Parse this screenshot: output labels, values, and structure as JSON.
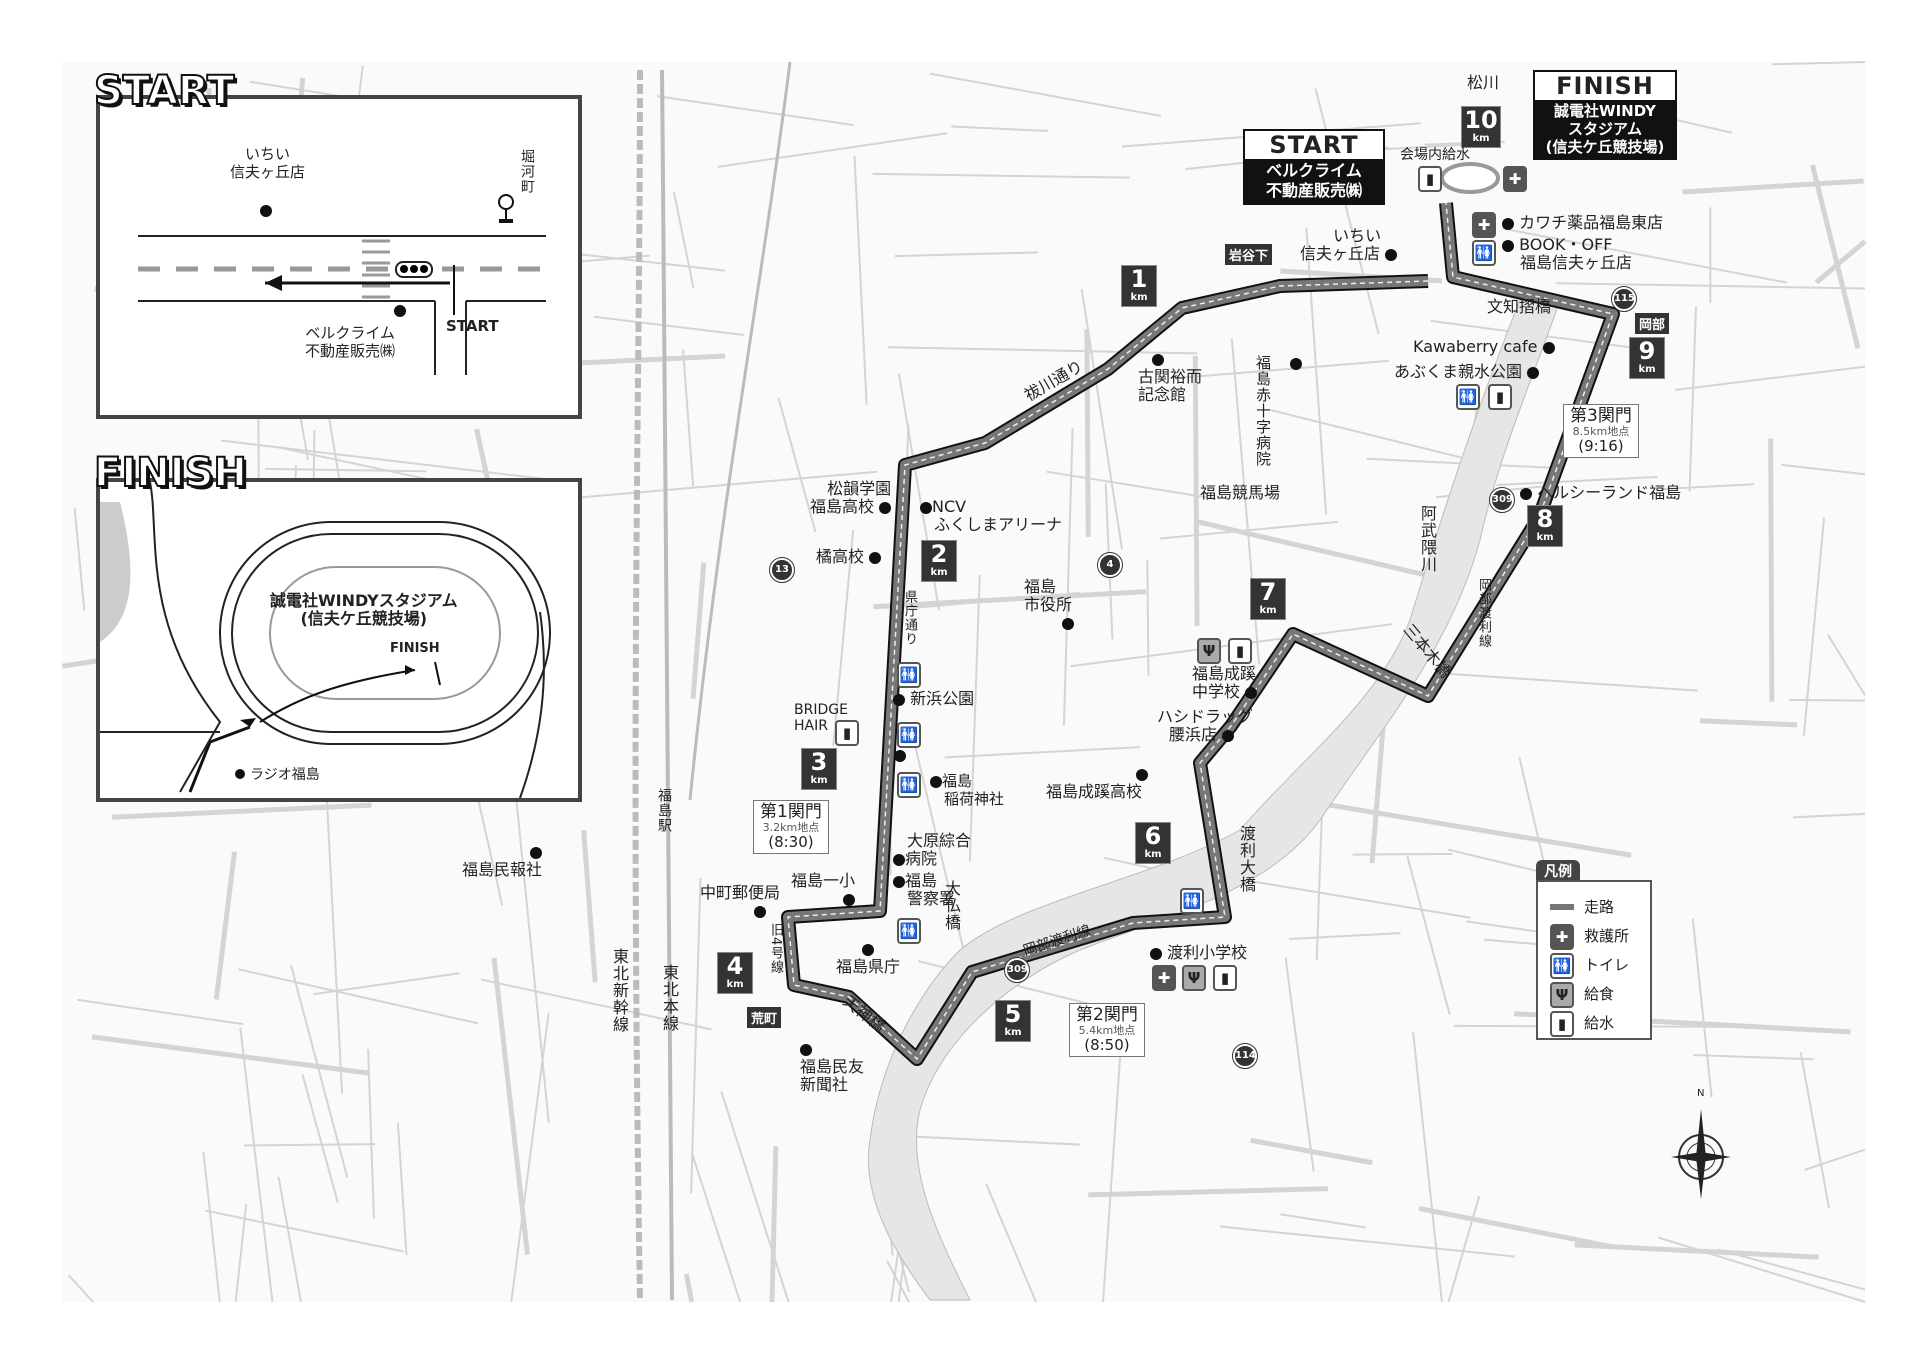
{
  "callouts": {
    "start": {
      "heading": "START",
      "line1": "ベルクライム",
      "line2": "不動産販売㈱"
    },
    "finish": {
      "heading": "FINISH",
      "line1": "誠電社WINDY",
      "line2": "スタジアム",
      "line3": "(信夫ケ丘競技場)"
    }
  },
  "start_inset": {
    "title": "START",
    "shop_line1": "いちい",
    "shop_line2": "信夫ヶ丘店",
    "busstop": "堀河町",
    "company_line1": "ベルクライム",
    "company_line2": "不動産販売㈱",
    "start_label": "START"
  },
  "finish_inset": {
    "title": "FINISH",
    "stadium_line1": "誠電社WINDYスタジアム",
    "stadium_line2": "(信夫ケ丘競技場)",
    "finish_label": "FINISH",
    "radio": "ラジオ福島"
  },
  "km_markers": [
    "1",
    "2",
    "3",
    "4",
    "5",
    "6",
    "7",
    "8",
    "9",
    "10"
  ],
  "km_unit": "km",
  "gates": [
    {
      "title": "第1関門",
      "point": "3.2km地点",
      "time": "(8:30)"
    },
    {
      "title": "第2関門",
      "point": "5.4km地点",
      "time": "(8:50)"
    },
    {
      "title": "第3関門",
      "point": "8.5km地点",
      "time": "(9:16)"
    }
  ],
  "badges": {
    "iwayashita": "岩谷下",
    "okabe": "岡部",
    "aramachi": "荒町"
  },
  "route_signs": [
    "115",
    "309",
    "309",
    "13",
    "4",
    "114"
  ],
  "places": {
    "matsukawa": "松川",
    "venue_water": "会場内給水",
    "kawachi": "カワチ薬品福島東店",
    "bookoff1": "BOOK・OFF",
    "bookoff2": "福島信夫ヶ丘店",
    "ichii1": "いちい",
    "ichii2": "信夫ヶ丘店",
    "bunchizuri": "文知摺橋",
    "kawaberry": "Kawaberry cafe",
    "abukuma_park": "あぶくま親水公園",
    "healthyland": "ヘルシーランド福島",
    "abukuma_river": "阿武隈川",
    "okabe_watari_v": "岡部渡利線",
    "sanbongi": "三本木橋",
    "keibajo": "福島競馬場",
    "redcross": "福島赤十字病院",
    "koseki1": "古関裕而",
    "koseki2": "記念館",
    "haraegawa": "祓川通り",
    "shoin1": "松韻学園",
    "shoin2": "福島高校",
    "ncv1": "NCV",
    "ncv2": "ふくしまアリーナ",
    "tachibana": "橘高校",
    "shiyakusho1": "福島",
    "shiyakusho2": "市役所",
    "kencho_dori": "県庁通り",
    "shinhama": "新浜公園",
    "bridge1": "BRIDGE",
    "bridge2": "HAIR",
    "inari1": "福島",
    "inari2": "稲荷神社",
    "ohara1": "大原綜合",
    "ohara2": "病院",
    "ichisho": "福島一小",
    "yubin": "中町郵便局",
    "keisatsu1": "福島",
    "keisatsu2": "警察署",
    "kencho": "福島県庁",
    "kyu4": "旧4号線",
    "daibutsu": "大仏橋",
    "tenjin": "天神橋",
    "minyu1": "福島民友",
    "minyu2": "新聞社",
    "okabe_watari": "岡部渡利線",
    "watari_school": "渡利小学校",
    "watari_bridge": "渡利大橋",
    "seikei_jh1": "福島成蹊",
    "seikei_jh2": "中学校",
    "hashi1": "ハシドラッグ",
    "hashi2": "腰浜店",
    "seikei_hs": "福島成蹊高校",
    "minposha": "福島民報社",
    "station": "福島駅",
    "shinkansen": "東北新幹線",
    "honsen": "東北本線"
  },
  "legend": {
    "title": "凡例",
    "items": [
      {
        "icon": "route-line",
        "label": "走路"
      },
      {
        "icon": "first-aid-icon",
        "label": "救護所"
      },
      {
        "icon": "toilet-icon",
        "label": "トイレ"
      },
      {
        "icon": "food-icon",
        "label": "給食"
      },
      {
        "icon": "water-icon",
        "label": "給水"
      }
    ]
  },
  "compass": {
    "north": "N"
  },
  "colors": {
    "route": "#666666",
    "road": "#d4d4d4",
    "river": "#e4e4e4",
    "dark": "#333333"
  }
}
